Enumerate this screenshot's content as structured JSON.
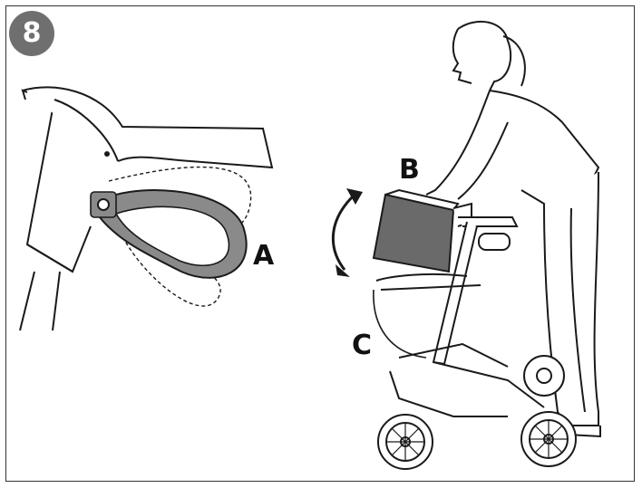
{
  "step": {
    "number": "8"
  },
  "callouts": {
    "a": "A",
    "b": "B",
    "c": "C"
  },
  "colors": {
    "badge": "#6f6f6f",
    "bag": "#6a6a6a",
    "handle": "#8a8a8a",
    "line": "#1a1a1a"
  },
  "icons": {
    "rotation": "double-arrow-curved-icon"
  }
}
